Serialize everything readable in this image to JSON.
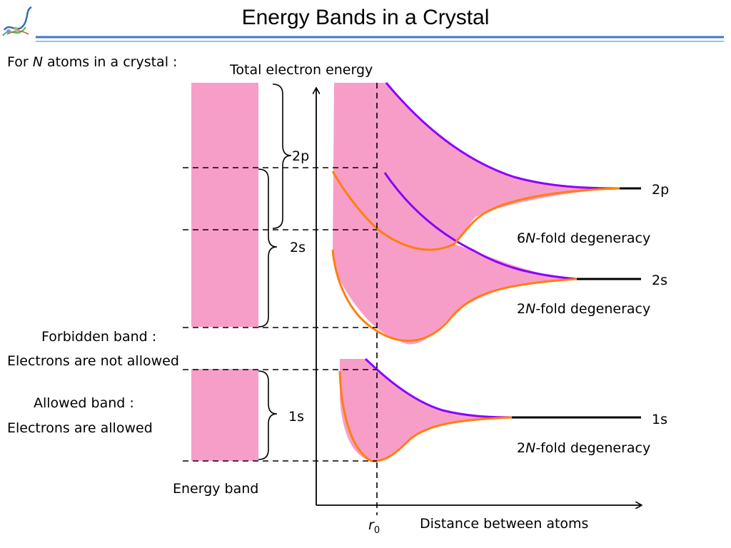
{
  "title": "Energy Bands in a Crystal",
  "logo_icon": "dna-helix-logo",
  "intro": {
    "prefix": "For ",
    "var": "N",
    "suffix": " atoms in a crystal :"
  },
  "y_axis_label": "Total electron energy",
  "x_axis_label": "Distance between atoms",
  "r0": {
    "var": "r",
    "sub": "0"
  },
  "brace_labels": {
    "p2": "2p",
    "s2": "2s",
    "s1": "1s"
  },
  "levels": {
    "p2": "2p",
    "s2": "2s",
    "s1": "1s"
  },
  "degeneracy": {
    "p2": {
      "coef": "6",
      "var": "N",
      "suffix": "-fold degeneracy"
    },
    "s2": {
      "coef": "2",
      "var": "N",
      "suffix": "-fold degeneracy"
    },
    "s1": {
      "coef": "2",
      "var": "N",
      "suffix": "-fold degeneracy"
    }
  },
  "forbidden": {
    "line1": "Forbidden band :",
    "line2": "Electrons are not allowed"
  },
  "allowed": {
    "line1": "Allowed band :",
    "line2": "Electrons are allowed"
  },
  "energy_band_label": "Energy band",
  "colors": {
    "band_fill": "#f79ec8",
    "upper_curve": "#8a00ff",
    "lower_curve": "#ff7f0e",
    "header_rule": "#3c78c8",
    "atomic_level": "#000000"
  }
}
